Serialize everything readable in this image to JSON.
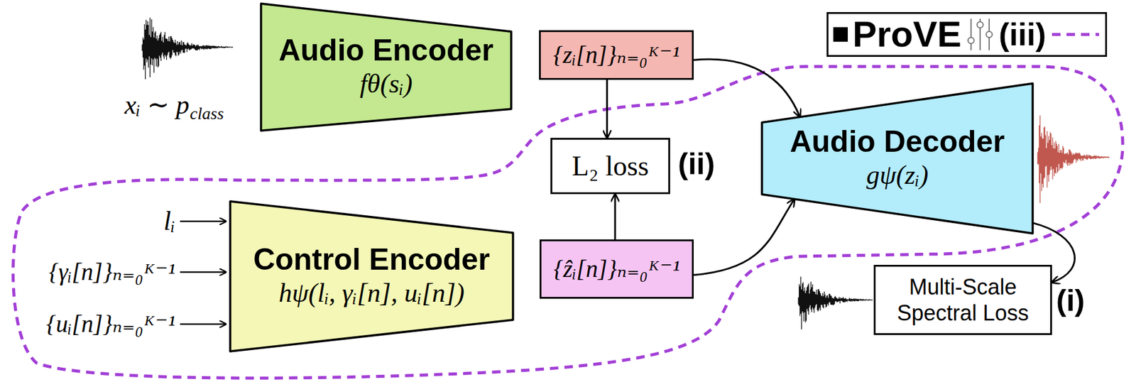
{
  "diagram": {
    "nodes": [
      {
        "text": [
          "Audio Encoder",
          "fθ(sᵢ)"
        ]
      },
      {
        "text": [
          "{zᵢ[n]}ₙ₌₀ᴷ⁻¹"
        ]
      },
      {
        "text": [
          "L₂ loss"
        ]
      },
      {
        "text": [
          "Audio Decoder",
          "gψ(zᵢ)"
        ]
      },
      {
        "text": [
          "Control Encoder",
          "hψ(lᵢ, γᵢ[n], uᵢ[n])"
        ]
      },
      {
        "text": [
          "{ẑᵢ[n]}ₙ₌₀ᴷ⁻¹"
        ]
      },
      {
        "text": [
          "Multi-Scale Spectral Loss"
        ]
      }
    ],
    "edges": [
      {
        "from": 1,
        "to": 2,
        "arrow": "to"
      },
      {
        "from": 5,
        "to": 2,
        "arrow": "to"
      },
      {
        "from": 1,
        "to": 3,
        "arrow": "to"
      },
      {
        "from": 5,
        "to": 3,
        "arrow": "to"
      },
      {
        "from": 3,
        "to": 6,
        "arrow": "to"
      }
    ],
    "labels": [
      "xᵢ ∼ p",
      "class",
      "(ii)",
      "lᵢ",
      "{γᵢ[n]}ₙ₌₀ᴷ⁻¹",
      "{uᵢ[n]}ₙ₌₀ᴷ⁻¹",
      "(i)",
      "(iii)"
    ],
    "legend": [
      {
        "text": "ProVE"
      }
    ]
  }
}
